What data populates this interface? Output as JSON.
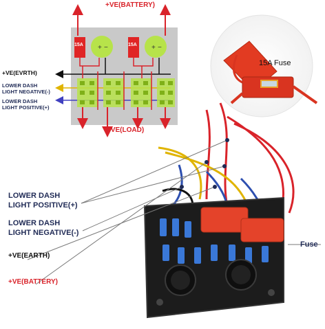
{
  "wiring_diagram": {
    "top_label": "+VE(BATTERY)",
    "bottom_label": "+VE(LOAD)",
    "left_labels": [
      "+VE(EVRTH)",
      "LOWER DASH",
      "LIGHT NEGATIVE(-)",
      "LOWER DASH",
      "LIGHT POSITIVE(+)"
    ],
    "fuse_labels": [
      "15A",
      "15A"
    ]
  },
  "fuse_callout": {
    "label": "15A Fuse"
  },
  "panel_photo": {
    "callouts": [
      "LOWER DASH",
      "LIGHT POSITIVE(+)",
      "LOWER DASH",
      "LIGHT NEGATIVE(-)",
      "+VE(EARTH)",
      "+VE(BATTERY)"
    ],
    "fuse_label": "Fuse"
  },
  "colors": {
    "accent_red": "#d9232a",
    "navy": "#1f2a55",
    "switch_green": "#b7e34a",
    "panel_grey": "#c9c9c9"
  }
}
